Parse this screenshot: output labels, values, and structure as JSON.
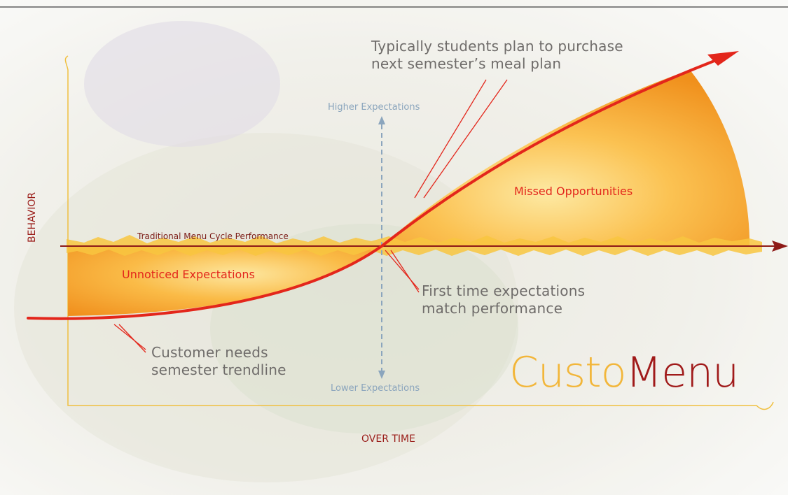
{
  "diagram": {
    "y_axis_label": "BEHAVIOR",
    "x_axis_label": "OVER TIME",
    "baseline_label": "Traditional Menu Cycle Performance",
    "higher_label": "Higher Expectations",
    "lower_label": "Lower Expectations",
    "region_above": "Missed Opportunities",
    "region_below": "Unnoticed Expectations",
    "callout_top_line1": "Typically students plan to purchase",
    "callout_top_line2": "next semester’s meal plan",
    "callout_mid_line1": "First time expectations",
    "callout_mid_line2": "match performance",
    "callout_low_line1": "Customer needs",
    "callout_low_line2": "semester trendline"
  },
  "brand": {
    "part1": "Custo",
    "part2": "Menu"
  },
  "colors": {
    "curve": "#e3261b",
    "region": "#f39a24",
    "axis": "#f0c040",
    "baseline": "#8e1a17",
    "brand_light": "#f2b63a",
    "brand_dark": "#a01a1a"
  }
}
